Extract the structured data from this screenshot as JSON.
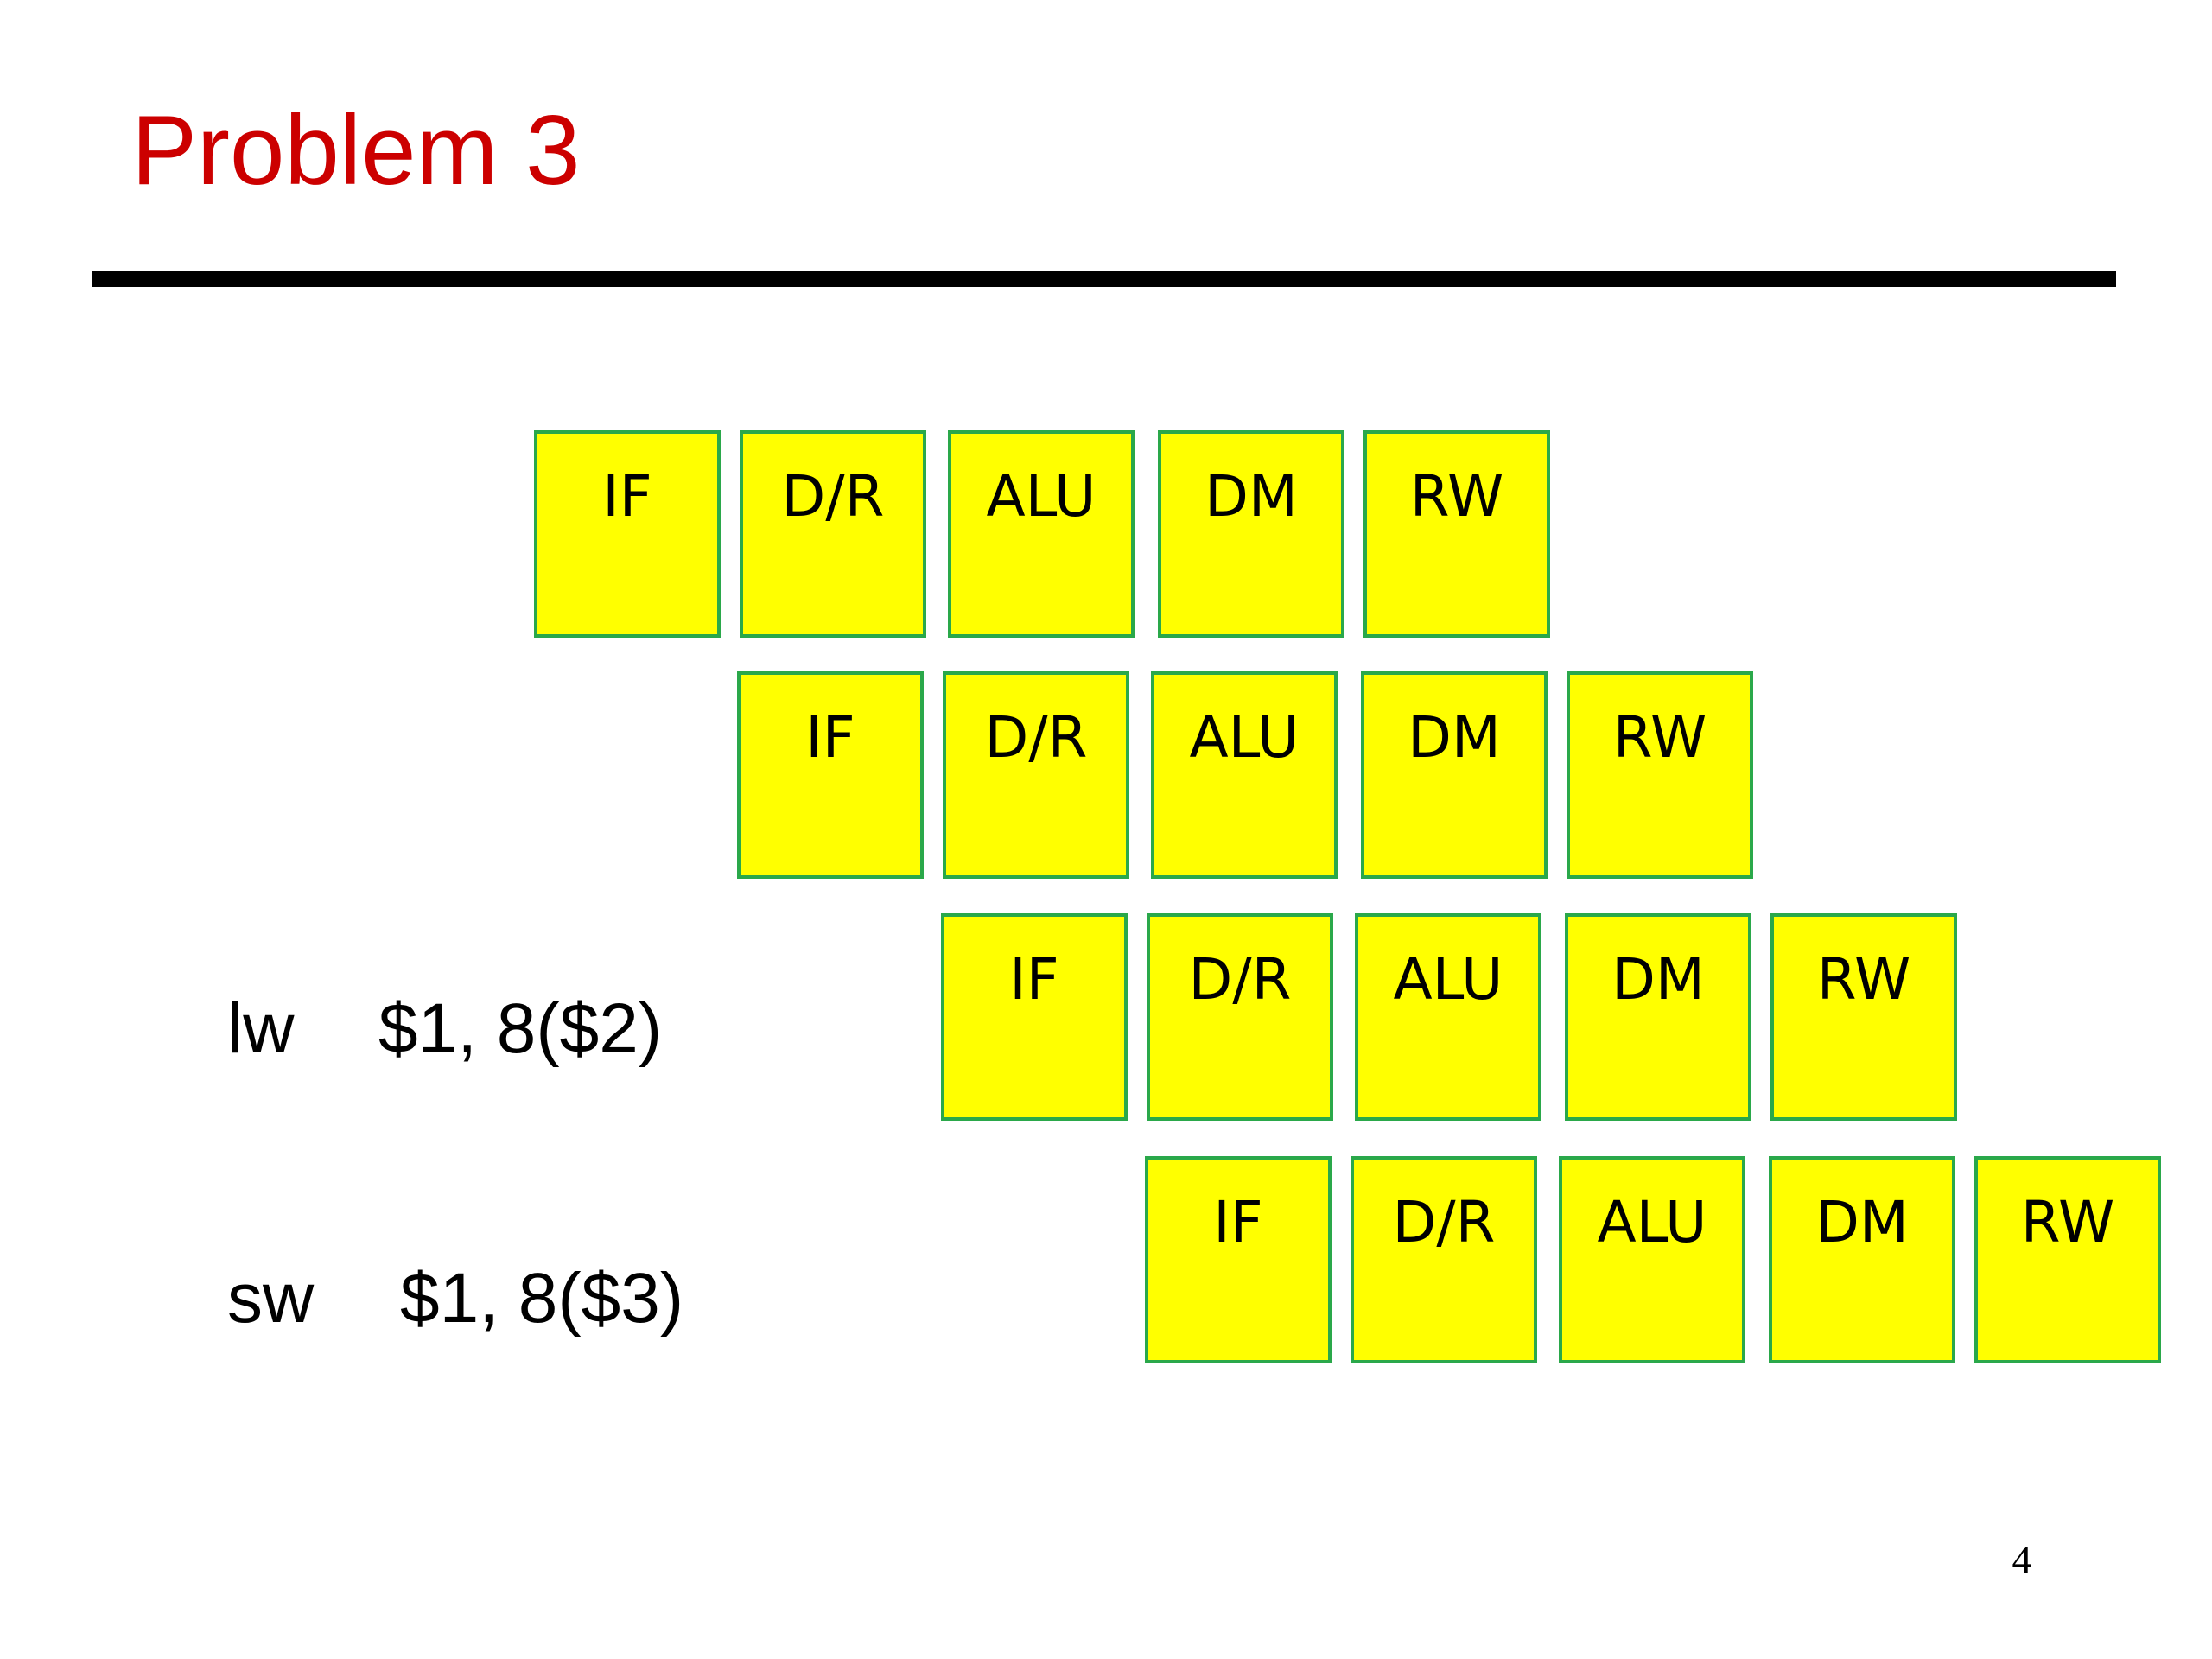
{
  "slide": {
    "title": "Problem 3",
    "page_number": "4"
  },
  "colors": {
    "title": "#cc0000",
    "rule": "#000000",
    "stage_fill": "#ffff00",
    "stage_border": "#2aa84a",
    "stage_text": "#000000"
  },
  "pipeline": {
    "stages": [
      "IF",
      "D/R",
      "ALU",
      "DM",
      "RW"
    ],
    "rows": [
      {
        "instruction": null
      },
      {
        "instruction": null
      },
      {
        "instruction": {
          "op": "lw",
          "args": "$1, 8($2)"
        }
      },
      {
        "instruction": {
          "op": "sw",
          "args": "$1, 8($3)"
        }
      }
    ]
  }
}
